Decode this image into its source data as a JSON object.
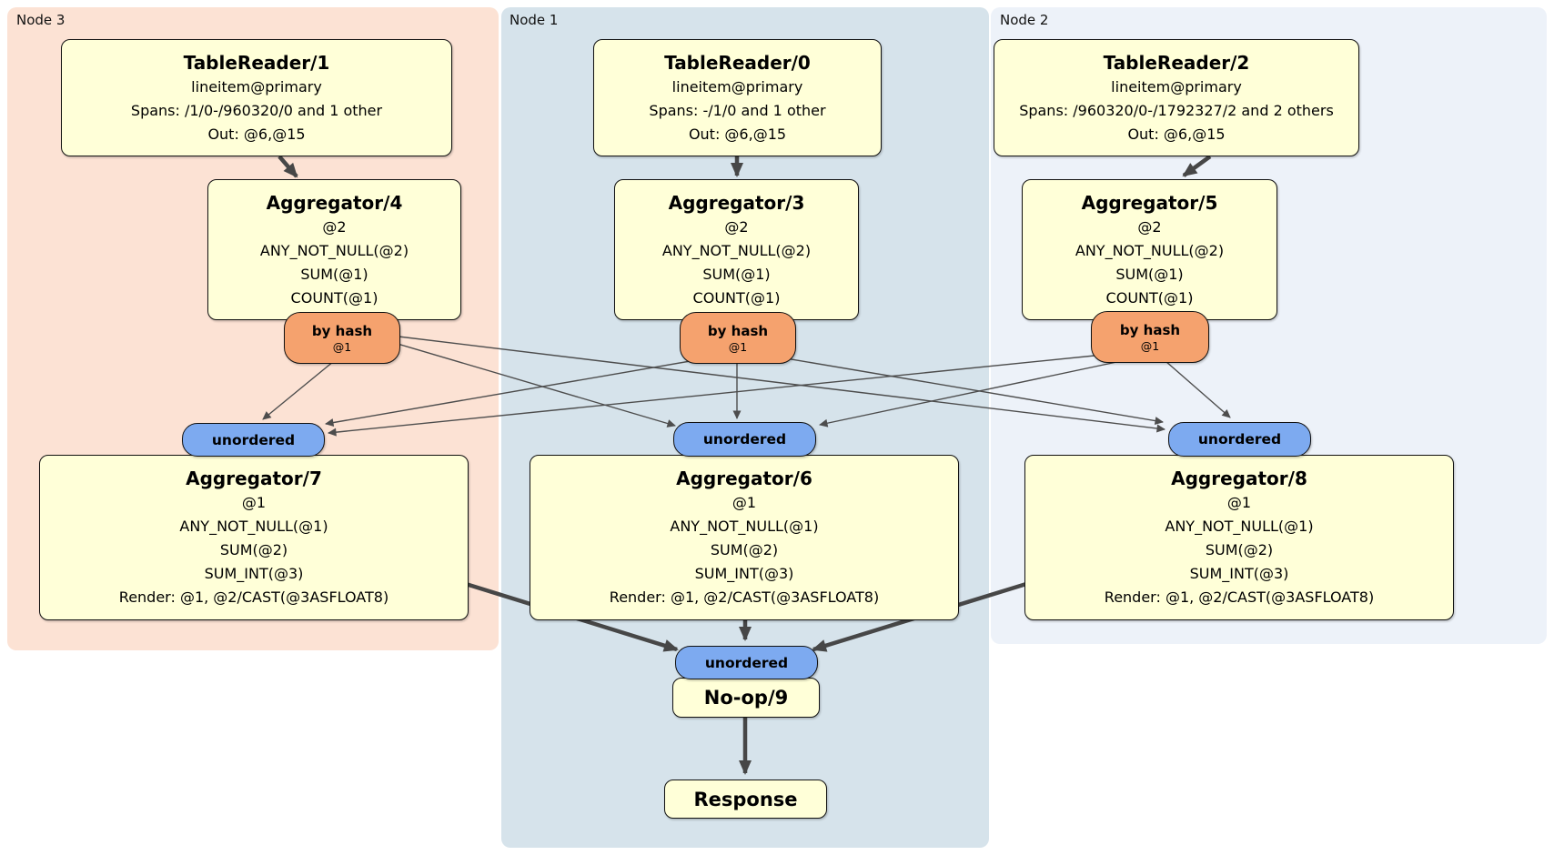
{
  "colors": {
    "node3_bg": "#fce2d4",
    "node1_bg": "#d6e3eb",
    "node2_bg": "#edf2f9",
    "box_fill": "#ffffd8",
    "hash_router_fill": "#f5a26e",
    "stream_fill": "#7daaf0",
    "edge": "#474747"
  },
  "node_groups": [
    {
      "label": "Node 3"
    },
    {
      "label": "Node 1"
    },
    {
      "label": "Node 2"
    }
  ],
  "processors": {
    "tr1": {
      "title": "TableReader/1",
      "lines": [
        "lineitem@primary",
        "Spans: /1/0-/960320/0 and 1 other",
        "Out: @6,@15"
      ]
    },
    "tr0": {
      "title": "TableReader/0",
      "lines": [
        "lineitem@primary",
        "Spans: -/1/0 and 1 other",
        "Out: @6,@15"
      ]
    },
    "tr2": {
      "title": "TableReader/2",
      "lines": [
        "lineitem@primary",
        "Spans: /960320/0-/1792327/2 and 2 others",
        "Out: @6,@15"
      ]
    },
    "agg4": {
      "title": "Aggregator/4",
      "lines": [
        "@2",
        "ANY_NOT_NULL(@2)",
        "SUM(@1)",
        "COUNT(@1)"
      ]
    },
    "agg3": {
      "title": "Aggregator/3",
      "lines": [
        "@2",
        "ANY_NOT_NULL(@2)",
        "SUM(@1)",
        "COUNT(@1)"
      ]
    },
    "agg5": {
      "title": "Aggregator/5",
      "lines": [
        "@2",
        "ANY_NOT_NULL(@2)",
        "SUM(@1)",
        "COUNT(@1)"
      ]
    },
    "agg7": {
      "title": "Aggregator/7",
      "lines": [
        "@1",
        "ANY_NOT_NULL(@1)",
        "SUM(@2)",
        "SUM_INT(@3)",
        "Render: @1, @2/CAST(@3ASFLOAT8)"
      ]
    },
    "agg6": {
      "title": "Aggregator/6",
      "lines": [
        "@1",
        "ANY_NOT_NULL(@1)",
        "SUM(@2)",
        "SUM_INT(@3)",
        "Render: @1, @2/CAST(@3ASFLOAT8)"
      ]
    },
    "agg8": {
      "title": "Aggregator/8",
      "lines": [
        "@1",
        "ANY_NOT_NULL(@1)",
        "SUM(@2)",
        "SUM_INT(@3)",
        "Render: @1, @2/CAST(@3ASFLOAT8)"
      ]
    },
    "noop": {
      "title": "No-op/9"
    },
    "response": {
      "title": "Response"
    }
  },
  "routers": {
    "left": {
      "label": "by hash",
      "key": "@1"
    },
    "middle": {
      "label": "by hash",
      "key": "@1"
    },
    "right": {
      "label": "by hash",
      "key": "@1"
    }
  },
  "streams": {
    "left": {
      "label": "unordered"
    },
    "middle": {
      "label": "unordered"
    },
    "right": {
      "label": "unordered"
    },
    "final": {
      "label": "unordered"
    }
  }
}
